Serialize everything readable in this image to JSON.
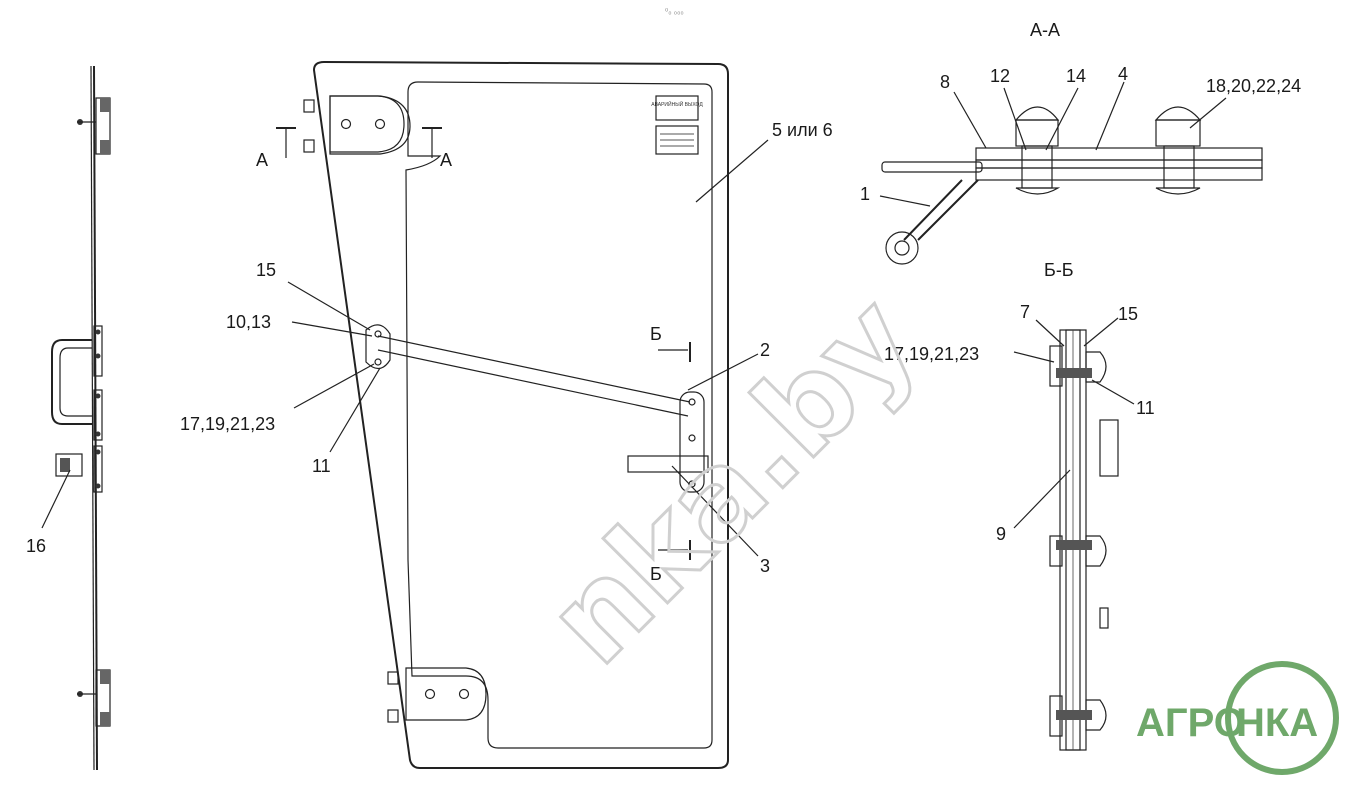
{
  "drawing": {
    "top_mark": "⁰₀ ₀₀₀",
    "sections": {
      "aa_title": "А-А",
      "bb_title": "Б-Б"
    },
    "cut_marks": {
      "a_left": "А",
      "a_right": "А",
      "b_top": "Б",
      "b_bottom": "Б"
    },
    "plates": {
      "plate_top": "АВАРИЙНЫЙ ВЫХОД"
    },
    "callouts": {
      "c1": "1",
      "c2": "2",
      "c3": "3",
      "c4": "4",
      "c5_6": "5 или 6",
      "c7": "7",
      "c8": "8",
      "c9": "9",
      "c10_13": "10,13",
      "c11_door": "11",
      "c11_bb": "11",
      "c12": "12",
      "c14": "14",
      "c15_door": "15",
      "c15_bb": "15",
      "c16": "16",
      "c17_door": "17,19,21,23",
      "c17_bb": "17,19,21,23",
      "c18": "18,20,22,24"
    }
  },
  "watermark": {
    "text": "nka.by"
  },
  "logo": {
    "left": "АГРО",
    "right": "НКА",
    "color": "#6fa86a"
  }
}
